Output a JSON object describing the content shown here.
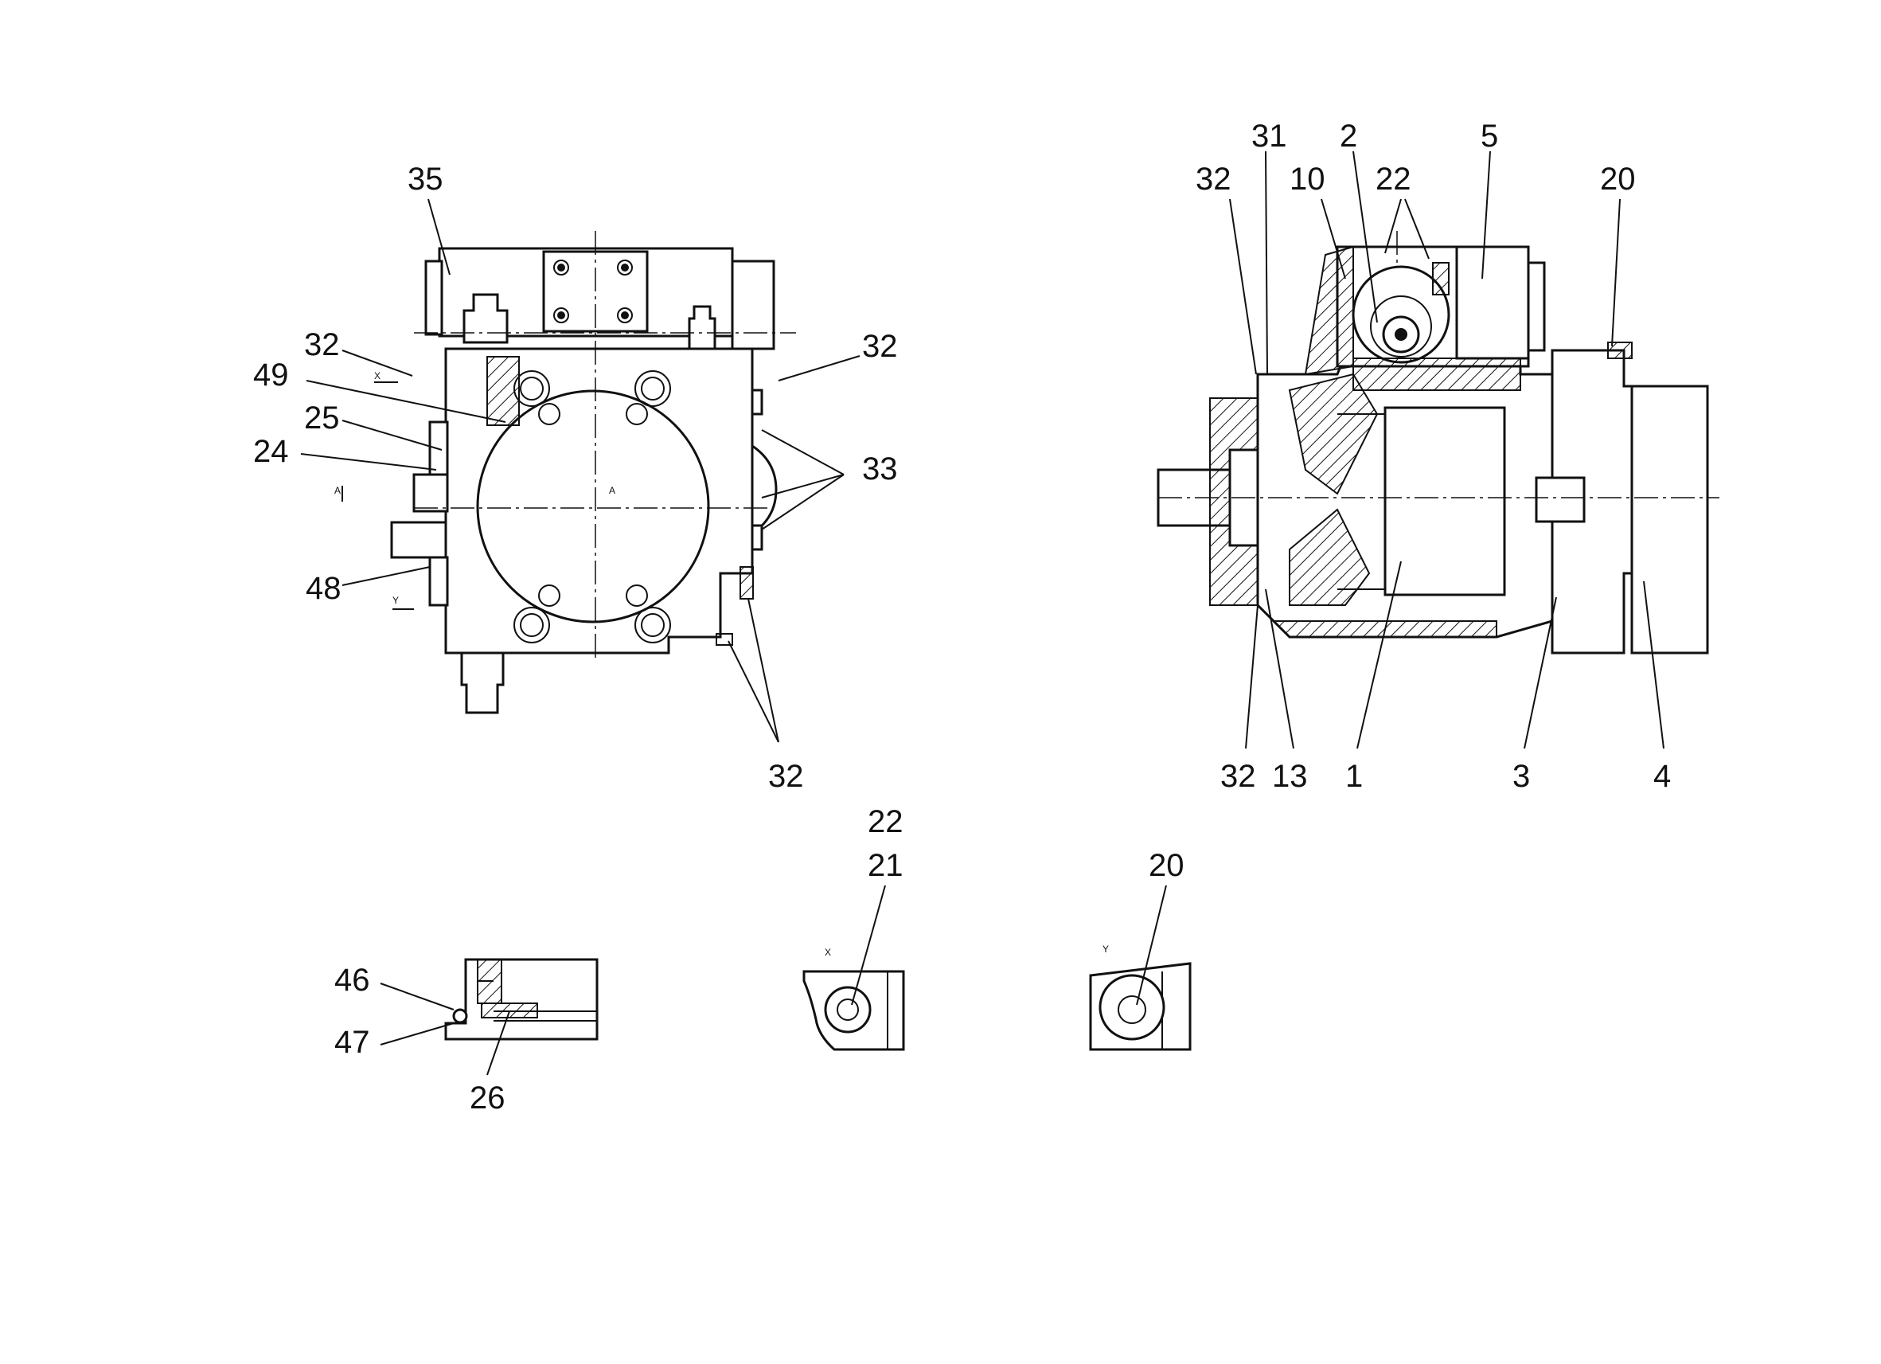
{
  "colors": {
    "ink": "#111111",
    "paper": "#ffffff"
  },
  "views": {
    "front_view": {
      "labels": [
        {
          "id": "lbl-35",
          "text": "35"
        },
        {
          "id": "lbl-32-a",
          "text": "32"
        },
        {
          "id": "lbl-49",
          "text": "49"
        },
        {
          "id": "lbl-25",
          "text": "25"
        },
        {
          "id": "lbl-24",
          "text": "24"
        },
        {
          "id": "lbl-48",
          "text": "48"
        },
        {
          "id": "lbl-32-b",
          "text": "32"
        },
        {
          "id": "lbl-33",
          "text": "33"
        },
        {
          "id": "lbl-32-c",
          "text": "32"
        }
      ],
      "section_marks": {
        "a1": "A",
        "a2": "A",
        "x": "X",
        "y": "Y"
      }
    },
    "section_view": {
      "labels": [
        {
          "id": "lbl-31",
          "text": "31"
        },
        {
          "id": "lbl-2",
          "text": "2"
        },
        {
          "id": "lbl-5",
          "text": "5"
        },
        {
          "id": "lbl-32-d",
          "text": "32"
        },
        {
          "id": "lbl-10",
          "text": "10"
        },
        {
          "id": "lbl-22-a",
          "text": "22"
        },
        {
          "id": "lbl-20-a",
          "text": "20"
        },
        {
          "id": "lbl-32-e",
          "text": "32"
        },
        {
          "id": "lbl-13",
          "text": "13"
        },
        {
          "id": "lbl-1",
          "text": "1"
        },
        {
          "id": "lbl-3",
          "text": "3"
        },
        {
          "id": "lbl-4",
          "text": "4"
        }
      ]
    },
    "detail_views": {
      "labels": [
        {
          "id": "lbl-22-b",
          "text": "22"
        },
        {
          "id": "lbl-21",
          "text": "21"
        },
        {
          "id": "lbl-20-b",
          "text": "20"
        },
        {
          "id": "lbl-46",
          "text": "46"
        },
        {
          "id": "lbl-47",
          "text": "47"
        },
        {
          "id": "lbl-26",
          "text": "26"
        }
      ],
      "section_marks": {
        "x": "X",
        "y": "Y"
      }
    }
  }
}
